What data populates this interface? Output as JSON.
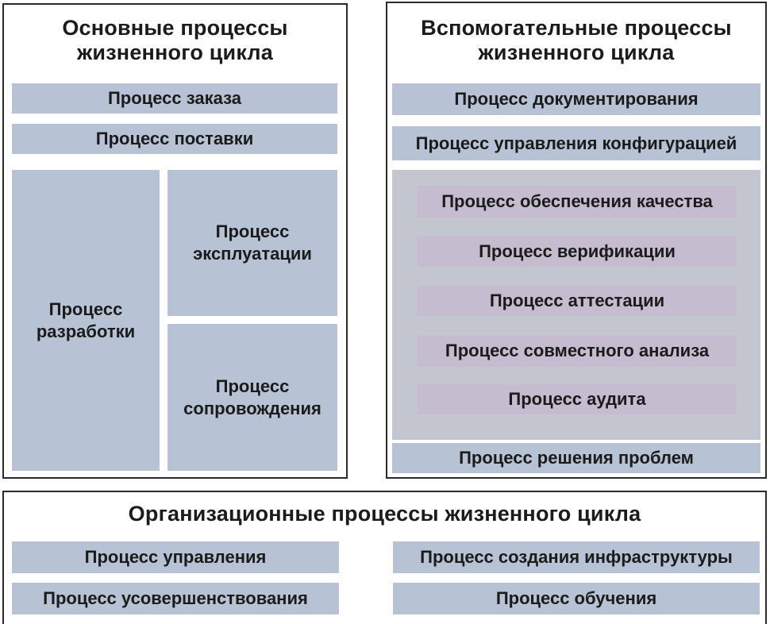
{
  "colors": {
    "blue_box": "#b7c3d4",
    "purple_box": "#c6bccf",
    "inner_group": "#c3c6cf",
    "border": "#2a2a2a"
  },
  "primary": {
    "title_line1": "Основные процессы",
    "title_line2": "жизненного цикла",
    "order": "Процесс заказа",
    "supply": "Процесс поставки",
    "development": "Процесс разработки",
    "operation": "Процесс эксплуатации",
    "maintenance": "Процесс сопровождения"
  },
  "support": {
    "title_line1": "Вспомогательные процессы",
    "title_line2": "жизненного цикла",
    "documentation": "Процесс документирования",
    "config": "Процесс управления конфигурацией",
    "quality": "Процесс обеспечения качества",
    "verification": "Процесс верификации",
    "attestation": "Процесс аттестации",
    "joint_analysis": "Процесс совместного анализа",
    "audit": "Процесс аудита",
    "problems": "Процесс решения проблем"
  },
  "organizational": {
    "title": "Организационные процессы жизненного цикла",
    "management": "Процесс управления",
    "infrastructure": "Процесс создания инфраструктуры",
    "improvement": "Процесс усовершенствования",
    "training": "Процесс обучения"
  }
}
